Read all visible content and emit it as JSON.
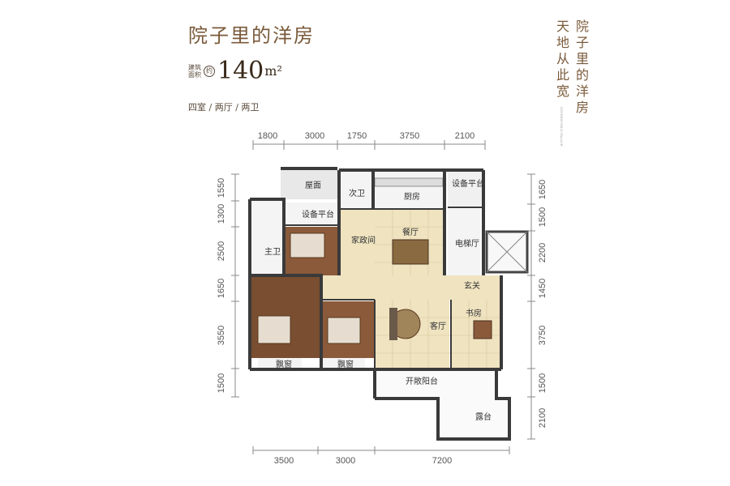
{
  "header": {
    "title": "院子里的洋房",
    "area_label": "建筑面积",
    "area_prefix": "约",
    "area_value": "140",
    "area_unit": "m²",
    "rooms": "四室 / 两厅 / 两卫"
  },
  "slogan": {
    "col1": "院子里的洋房",
    "col2": "天地从此宽",
    "small_text": "INNERWORLD PALACE"
  },
  "dimensions": {
    "top": [
      "1800",
      "3000",
      "1750",
      "3750",
      "2100"
    ],
    "bottom": [
      "3500",
      "3000",
      "7200"
    ],
    "left": [
      "1550",
      "1300",
      "2500",
      "1650",
      "3550",
      "1500"
    ],
    "right": [
      "1650",
      "1500",
      "2200",
      "1450",
      "3750",
      "1500",
      "2100"
    ]
  },
  "rooms": {
    "roof": "屋面",
    "second_bath": "次卫",
    "kitchen": "厨房",
    "equip_platform_top": "设备平台",
    "equip_platform_left": "设备平台",
    "master_bath": "主卫",
    "household": "家政间",
    "dining": "餐厅",
    "elevator_hall": "电梯厅",
    "entrance": "玄关",
    "living": "客厅",
    "study": "书房",
    "bay_window_1": "飘窗",
    "bay_window_2": "飘窗",
    "open_balcony": "开敞阳台",
    "terrace": "露台"
  },
  "colors": {
    "wall": "#3a3a3a",
    "wood_floor": "#8a5a3a",
    "tile_floor": "#efe3c0",
    "title": "#7a5a3a"
  }
}
